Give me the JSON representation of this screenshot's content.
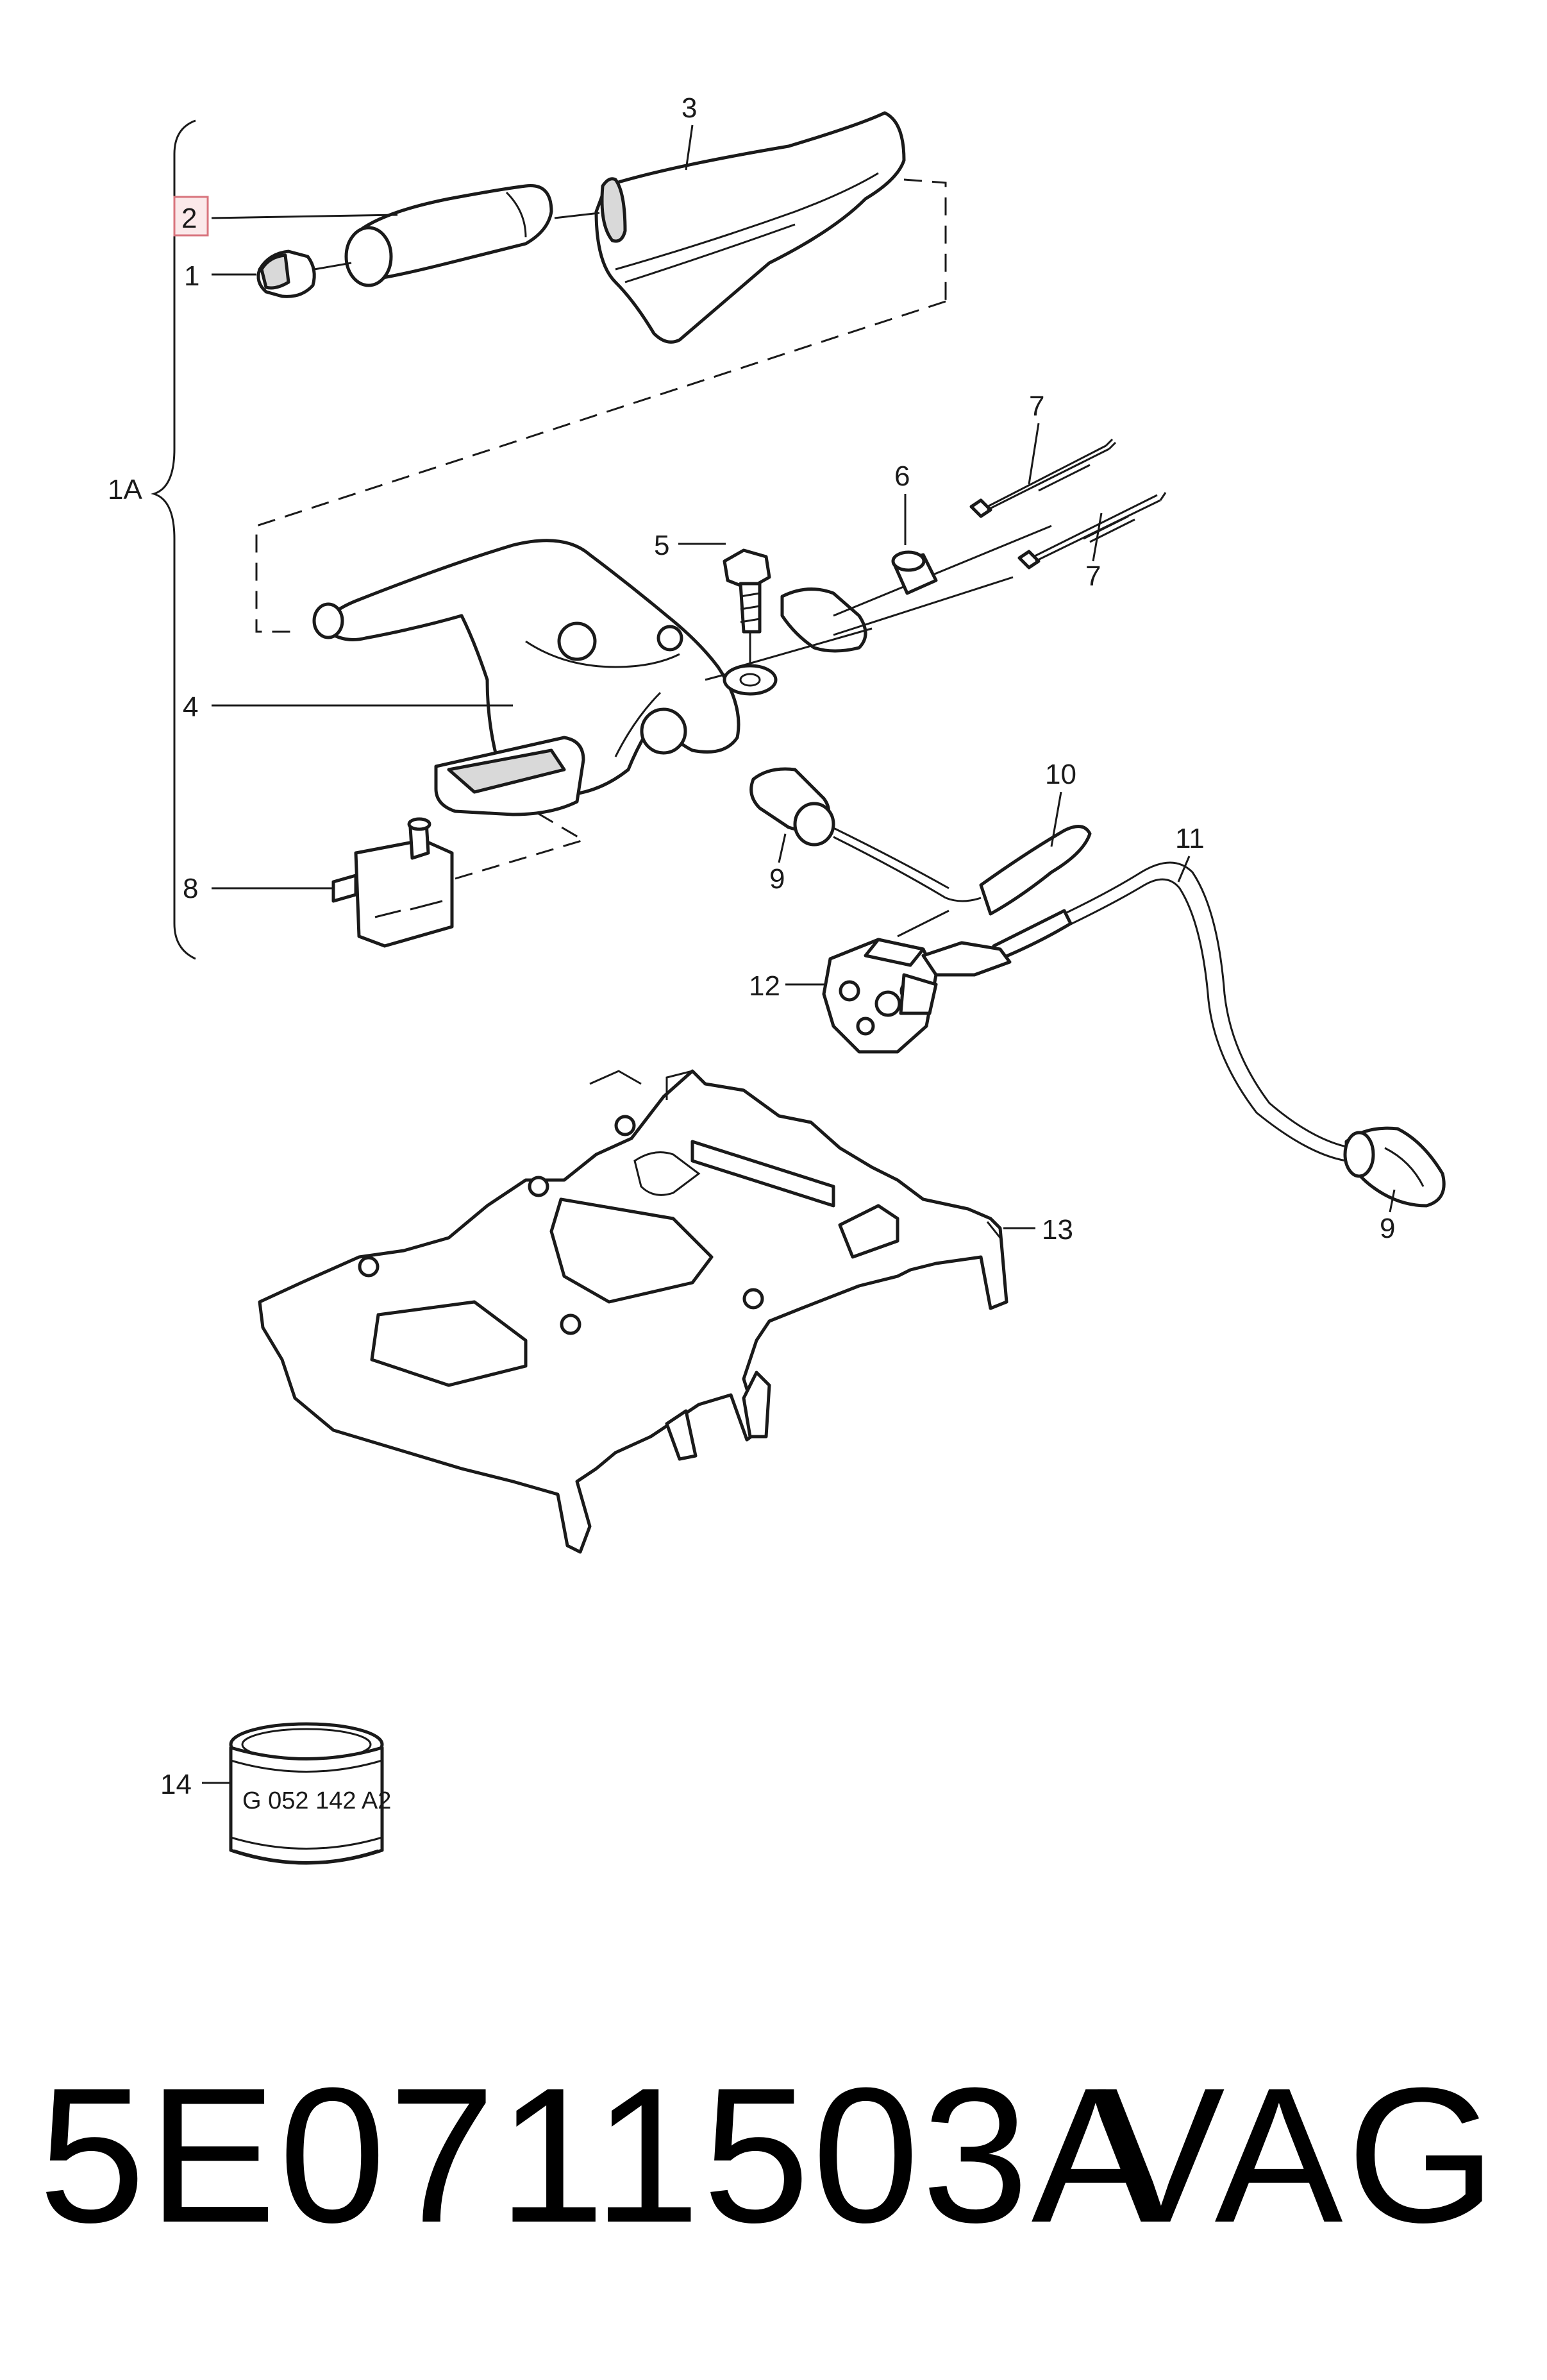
{
  "callouts": {
    "c1": "1",
    "c1a": "1A",
    "c2": "2",
    "c3": "3",
    "c4": "4",
    "c5": "5",
    "c6": "6",
    "c7a": "7",
    "c7b": "7",
    "c8": "8",
    "c9a": "9",
    "c9b": "9",
    "c10": "10",
    "c11": "11",
    "c12": "12",
    "c13": "13",
    "c14": "14"
  },
  "sealant_label": "G 052 142 A2",
  "footer": {
    "part_number": "5E0711503A",
    "brand": "VAG"
  },
  "colors": {
    "highlight_fill": "#fbe9ea",
    "highlight_border": "#d8747d",
    "line": "#1a1a1a"
  }
}
